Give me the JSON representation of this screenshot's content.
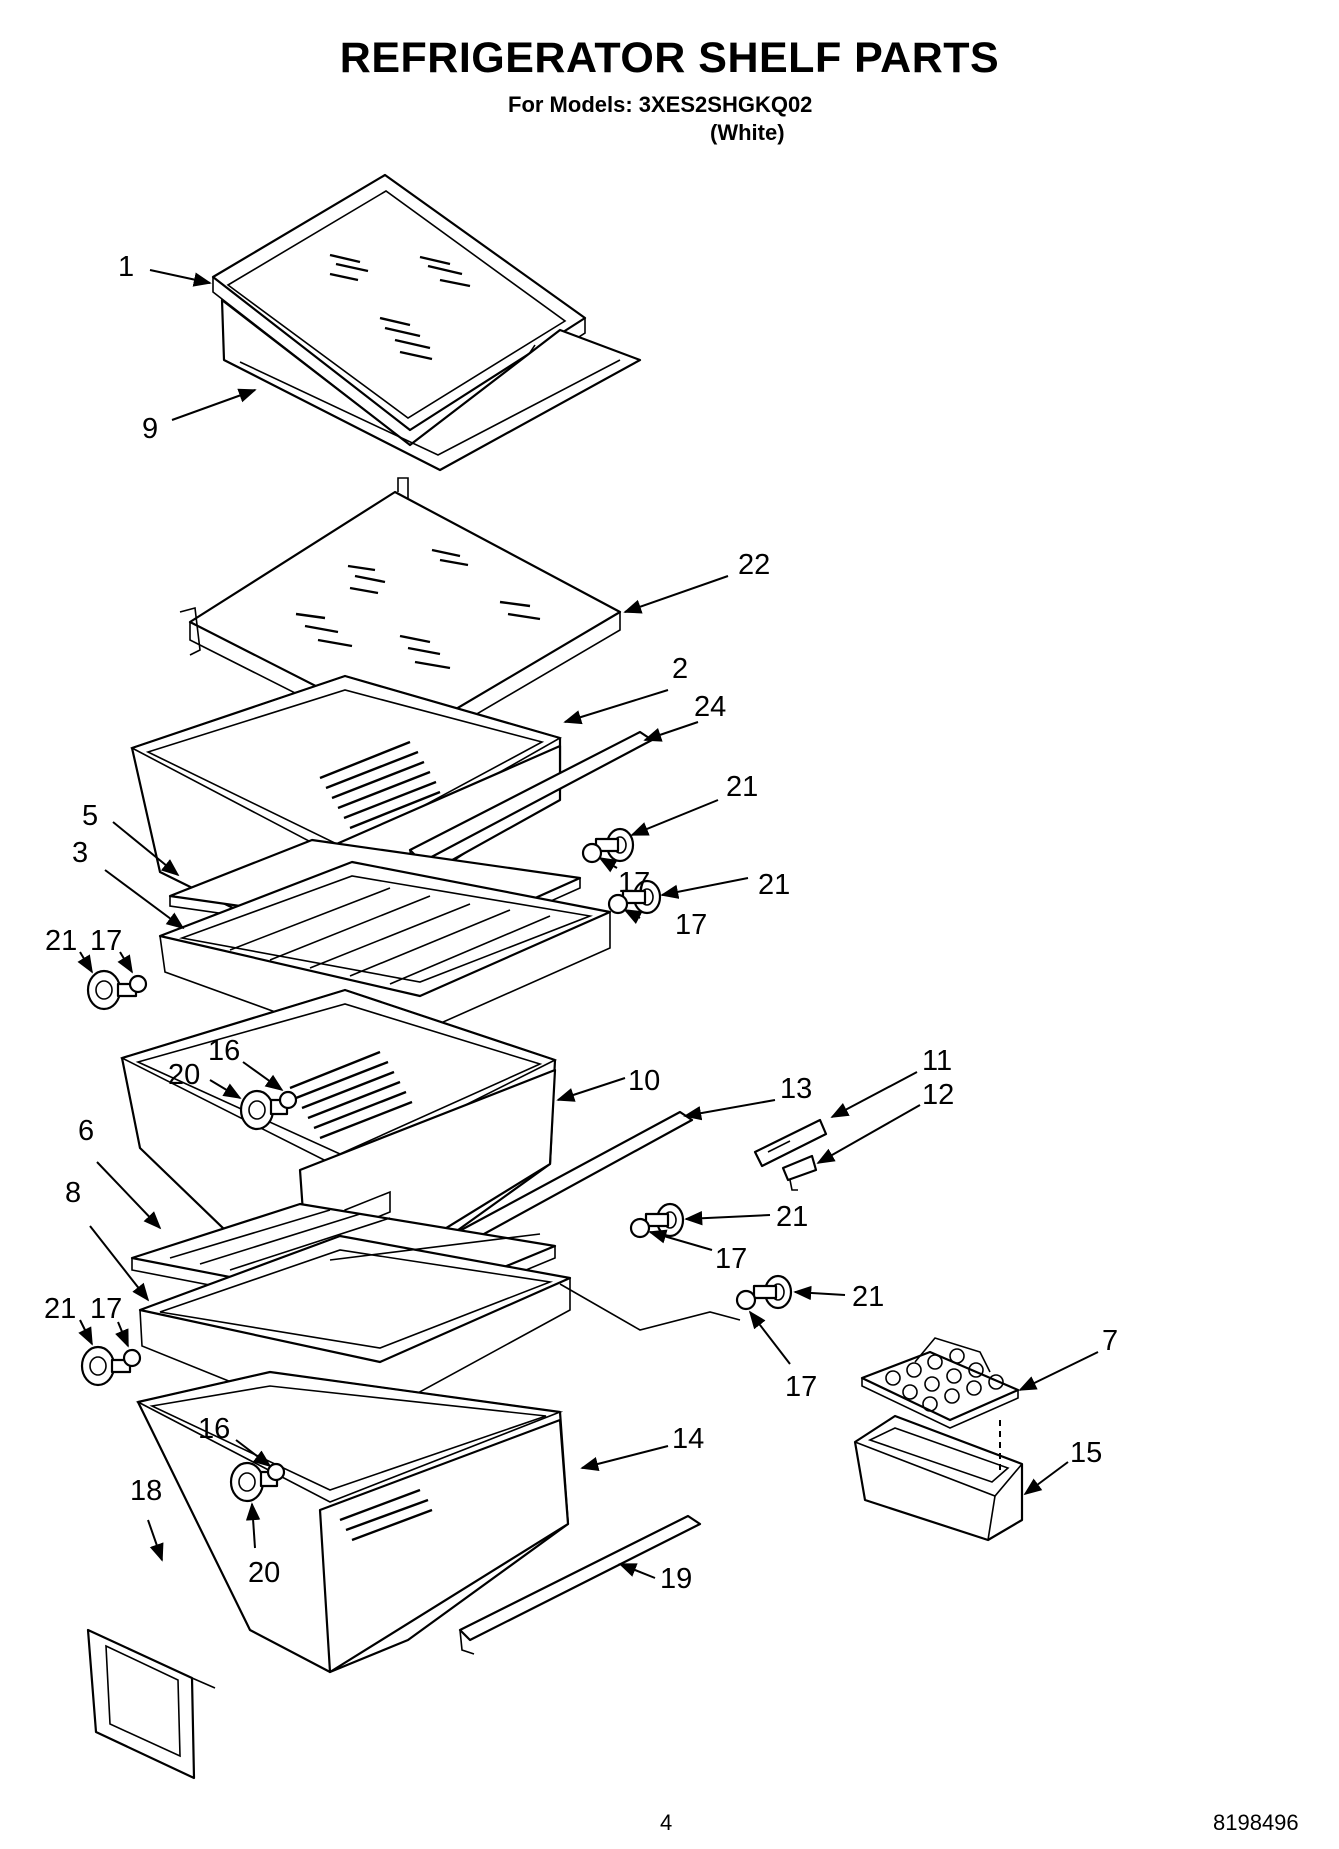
{
  "header": {
    "title": "REFRIGERATOR SHELF PARTS",
    "models": "For Models: 3XES2SHGKQ02",
    "color": "(White)"
  },
  "footer": {
    "page_number": "4",
    "document_number": "8198496"
  },
  "callouts": [
    "1",
    "9",
    "22",
    "2",
    "24",
    "21",
    "5",
    "3",
    "17",
    "21",
    "21",
    "17",
    "17",
    "16",
    "20",
    "10",
    "13",
    "11",
    "12",
    "6",
    "8",
    "21",
    "17",
    "21",
    "17",
    "21",
    "17",
    "7",
    "16",
    "14",
    "15",
    "18",
    "20",
    "19"
  ]
}
